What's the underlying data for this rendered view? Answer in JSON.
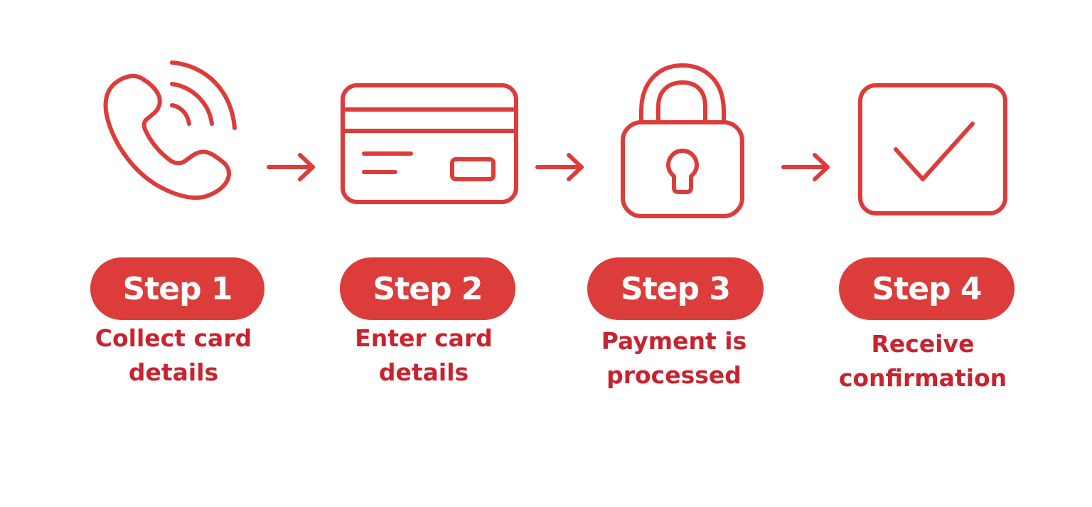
{
  "theme": {
    "accent": "#dc3c3a",
    "text": "#c8232f",
    "background": "#ffffff"
  },
  "steps": [
    {
      "icon": "phone-call-icon",
      "label": "Step 1",
      "description_lines": [
        "Collect card",
        "details"
      ]
    },
    {
      "icon": "credit-card-icon",
      "label": "Step 2",
      "description_lines": [
        "Enter card",
        "details"
      ]
    },
    {
      "icon": "padlock-icon",
      "label": "Step 3",
      "description_lines": [
        "Payment is",
        "processed"
      ]
    },
    {
      "icon": "checkbox-checked-icon",
      "label": "Step 4",
      "description_lines": [
        "Receive",
        "confirmation"
      ]
    }
  ],
  "connectors": [
    "arrow-right-icon",
    "arrow-right-icon",
    "arrow-right-icon"
  ]
}
